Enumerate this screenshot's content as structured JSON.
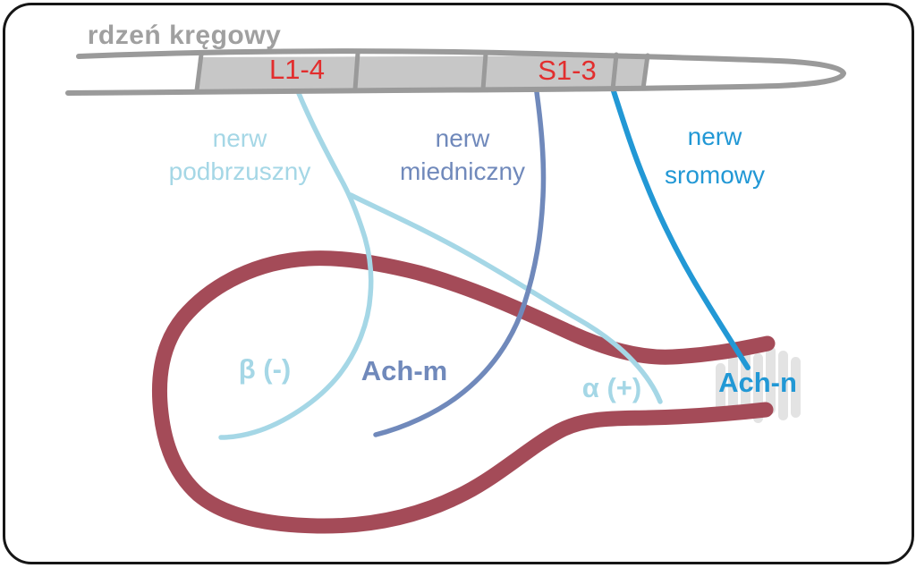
{
  "figure_title": "rdzeń kręgowy",
  "spinal_cord": {
    "segments": [
      {
        "label": "L1-4"
      },
      {
        "label": "S1-3"
      }
    ]
  },
  "nerves": [
    {
      "name": "nerw podbrzuszny",
      "line1": "nerw",
      "line2": "podbrzuszny"
    },
    {
      "name": "nerw miedniczny",
      "line1": "nerw",
      "line2": "miedniczny"
    },
    {
      "name": "nerw sromowy",
      "line1": "nerw",
      "line2": "sromowy"
    }
  ],
  "receptors": [
    {
      "label": "β (-)"
    },
    {
      "label": "Ach-m"
    },
    {
      "label": "α (+)"
    },
    {
      "label": "Ach-n"
    }
  ],
  "colors": {
    "maroon": "#a44b58",
    "cordline": "#9a9a9a",
    "cordfill": "#c7c7c7",
    "lightblue": "#a5d7e6",
    "slate": "#7089bb",
    "bright": "#2298d5",
    "red": "#e22e2e",
    "titlegray": "#a0a0a0",
    "bargray": "#e3e3e3"
  }
}
